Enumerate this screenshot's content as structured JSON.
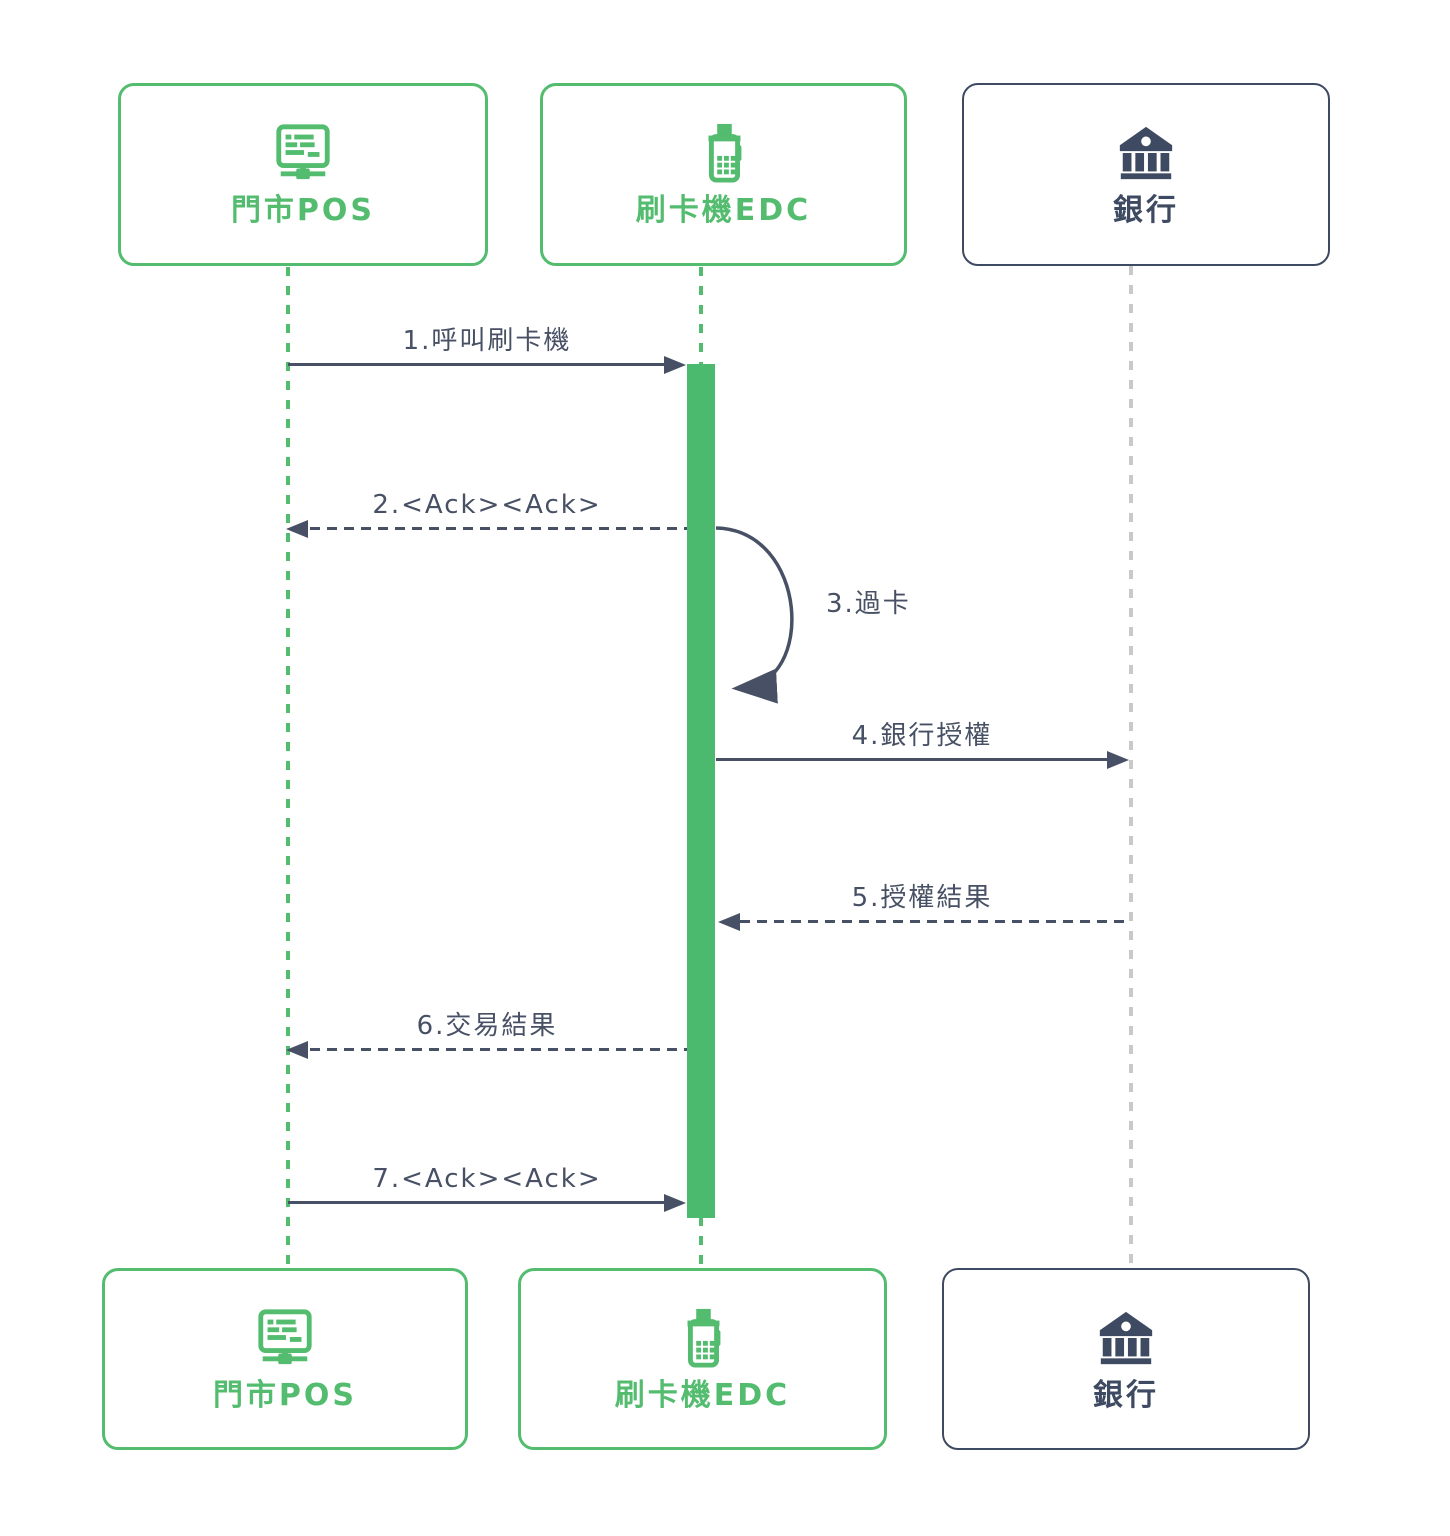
{
  "colors": {
    "green": "#53bc6f",
    "activation_bar_green": "#4cba6e",
    "navy": "#3e4a61",
    "arrow": "#475064",
    "bank_lifeline_gray": "#c9c9c9",
    "background": "#ffffff"
  },
  "actors": {
    "pos": {
      "label": "門市POS",
      "icon": "pos-monitor-icon"
    },
    "edc": {
      "label": "刷卡機EDC",
      "icon": "card-terminal-icon"
    },
    "bank": {
      "label": "銀行",
      "icon": "bank-icon"
    }
  },
  "messages": [
    {
      "seq": "1",
      "label": "1.呼叫刷卡機",
      "from": "門市POS",
      "to": "刷卡機EDC",
      "line": "solid"
    },
    {
      "seq": "2",
      "label": "2.<Ack><Ack>",
      "from": "刷卡機EDC",
      "to": "門市POS",
      "line": "dashed"
    },
    {
      "seq": "3",
      "label": "3.過卡",
      "from": "刷卡機EDC",
      "to": "刷卡機EDC",
      "line": "self-loop"
    },
    {
      "seq": "4",
      "label": "4.銀行授權",
      "from": "刷卡機EDC",
      "to": "銀行",
      "line": "solid"
    },
    {
      "seq": "5",
      "label": "5.授權結果",
      "from": "銀行",
      "to": "刷卡機EDC",
      "line": "dashed"
    },
    {
      "seq": "6",
      "label": "6.交易結果",
      "from": "刷卡機EDC",
      "to": "門市POS",
      "line": "dashed"
    },
    {
      "seq": "7",
      "label": "7.<Ack><Ack>",
      "from": "門市POS",
      "to": "刷卡機EDC",
      "line": "solid"
    }
  ]
}
